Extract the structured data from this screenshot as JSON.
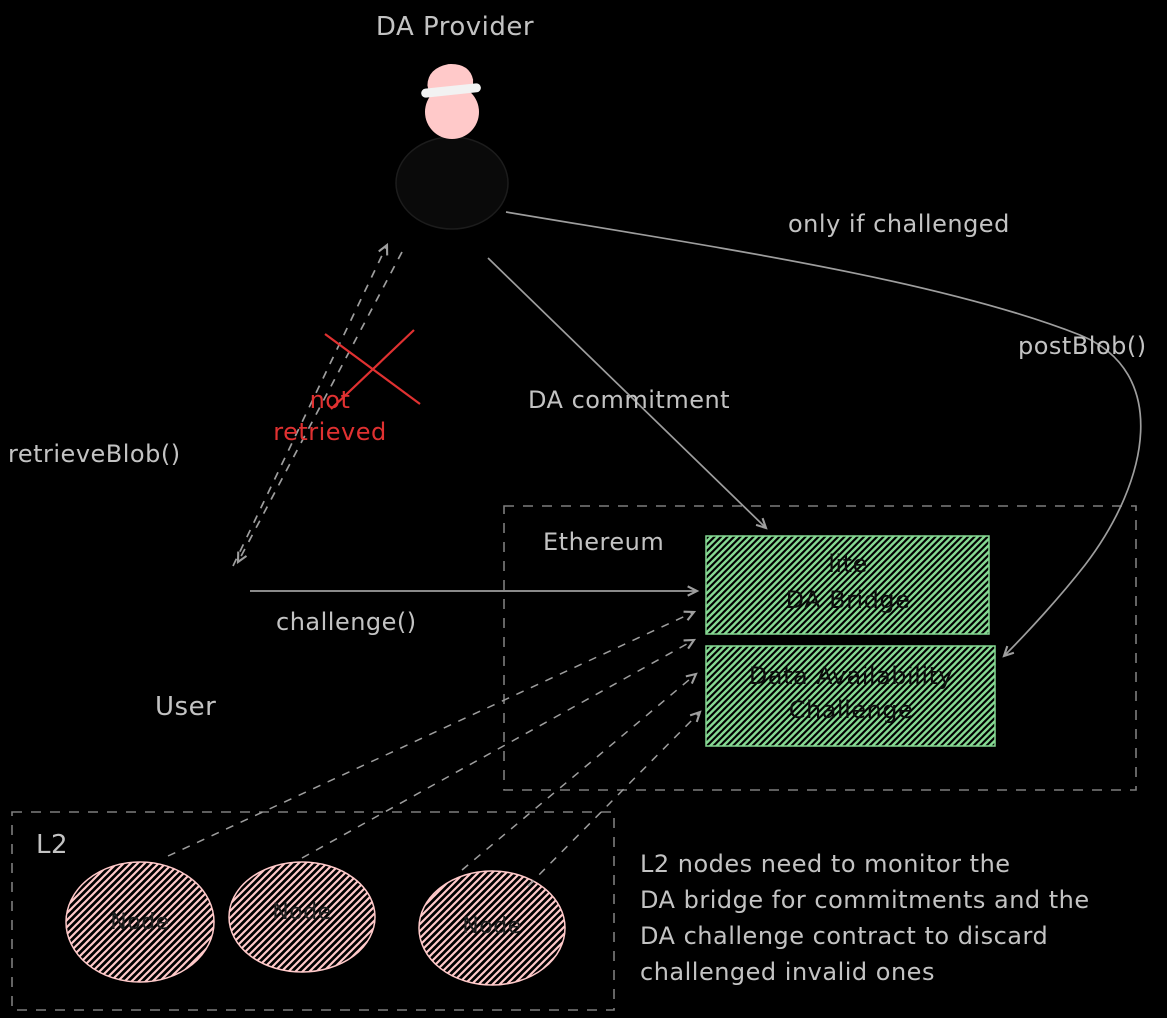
{
  "diagram": {
    "title": "DA Provider",
    "labels": {
      "only_if_challenged": "only if challenged",
      "post_blob": "postBlob()",
      "da_commitment": "DA commitment",
      "retrieve_blob": "retrieveBlob()",
      "not_retrieved_line1": "not",
      "not_retrieved_line2": "retrieved",
      "challenge": "challenge()",
      "user": "User",
      "ethereum": "Ethereum",
      "l2": "L2"
    },
    "boxes": {
      "da_bridge": {
        "line1": "lite",
        "line2": "DA Bridge"
      },
      "da_challenge": {
        "line1": "Data Availability",
        "line2": "Challenge"
      }
    },
    "nodes": [
      "Node",
      "Node",
      "Node"
    ],
    "note_lines": [
      "L2 nodes need to monitor the",
      "DA bridge for commitments and the",
      "DA challenge contract to discard",
      "challenged invalid ones"
    ],
    "colors": {
      "background": "#000000",
      "label_text": "#c3c3c3",
      "arrow": "#9e9e9e",
      "alert_red": "#e03131",
      "green_hatch": "#86d993",
      "pink_hatch": "#ffc9c9",
      "box_text": "#0d0d0d"
    }
  }
}
